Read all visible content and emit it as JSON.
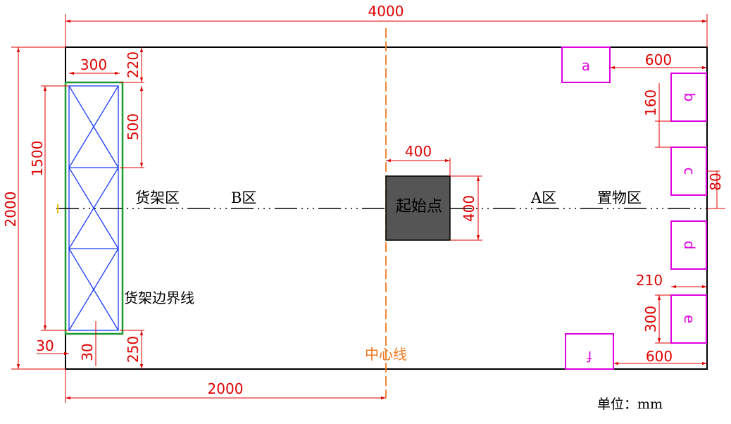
{
  "dims": {
    "total_width": "4000",
    "total_height": "2000",
    "shelf_width": "300",
    "shelf_top_gap": "220",
    "shelf_section": "500",
    "shelf_length": "1500",
    "shelf_left_gap": "30",
    "shelf_bottom_left": "30",
    "shelf_bottom_gap": "250",
    "half_width": "2000",
    "start_width": "400",
    "start_height": "400",
    "box_a_offset": "600",
    "box_gap": "160",
    "box_c_offset": "80",
    "box_e_offset": "210",
    "box_e_height": "300",
    "box_f_offset": "600"
  },
  "labels": {
    "shelf_zone": "货架区",
    "zone_b": "B区",
    "start_point": "起始点",
    "zone_a": "A区",
    "placement_zone": "置物区",
    "shelf_boundary": "货架边界线",
    "center_line": "中心线",
    "unit": "单位：mm"
  },
  "boxes": {
    "a": "a",
    "b": "b",
    "c": "c",
    "d": "d",
    "e": "e",
    "f": "f"
  },
  "colors": {
    "dimension": "#e00000",
    "box": "#e000e0",
    "center_line": "#f07820",
    "shelf_frame": "#1a3cff",
    "shelf_boundary": "#1a9a30",
    "start_fill": "#555555"
  }
}
